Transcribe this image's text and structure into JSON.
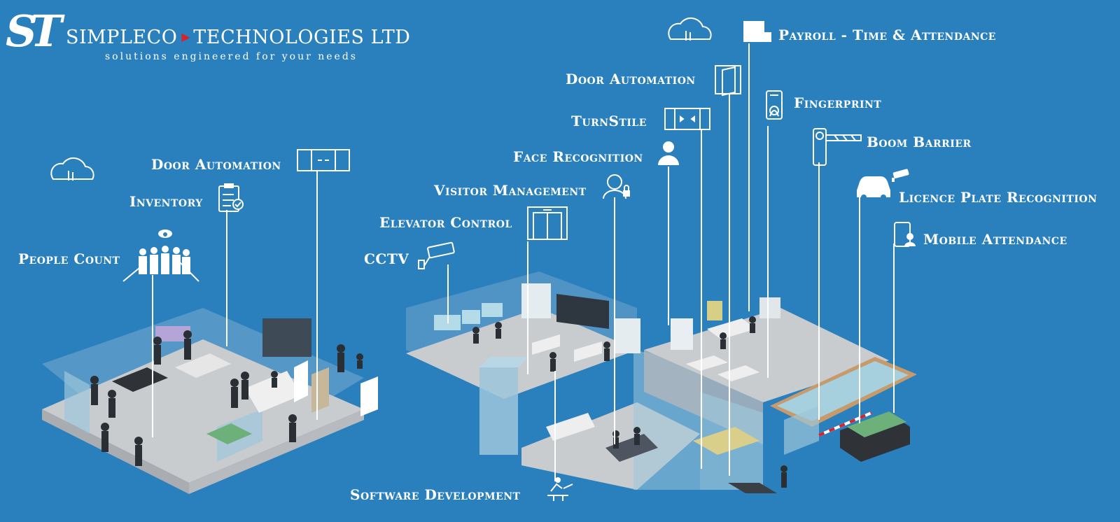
{
  "brand": {
    "mark": "ST",
    "name_left": "SIMPLECO",
    "name_right": "TECHNOLOGIES LTD",
    "tagline": "solutions engineered for your needs"
  },
  "labels": {
    "people_count": "People Count",
    "inventory": "Inventory",
    "door_automation_left": "Door Automation",
    "cctv": "CCTV",
    "elevator_control": "Elevator Control",
    "visitor_management": "Visitor Management",
    "face_recognition": "Face Recognition",
    "turnstile": "TurnStile",
    "door_automation_right": "Door Automation",
    "payroll": "Payroll - Time & Attendance",
    "fingerprint": "Fingerprint",
    "boom_barrier": "Boom Barrier",
    "licence_plate": "Licence Plate Recognition",
    "mobile_attendance": "Mobile Attendance",
    "software_development": "Software Development"
  },
  "icons": {
    "payroll_badge": "Payslip"
  },
  "colors": {
    "background": "#2a7fbd",
    "floor": "#c9cccf",
    "glass": "#8fb9cf",
    "accent_red": "#d8232a"
  }
}
